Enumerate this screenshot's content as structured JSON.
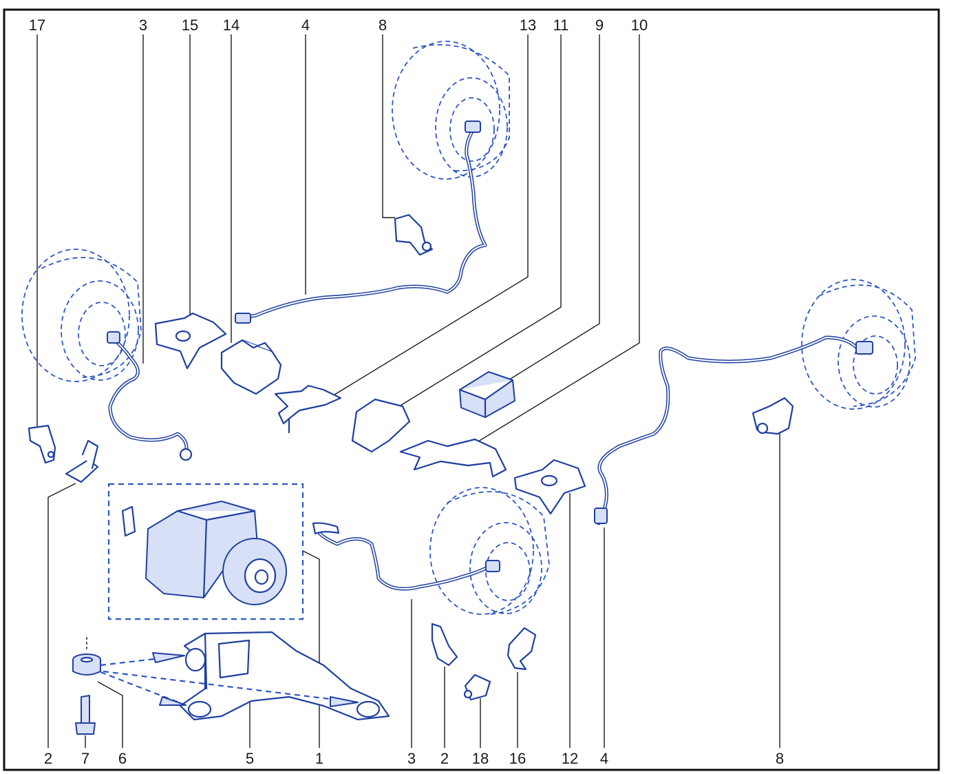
{
  "callouts_top": [
    "17",
    "3",
    "15",
    "14",
    "4",
    "8",
    "13",
    "11",
    "9",
    "10"
  ],
  "callouts_bottom": [
    "2",
    "7",
    "6",
    "5",
    "1",
    "3",
    "2",
    "18",
    "16",
    "12",
    "4",
    "8"
  ],
  "colors": {
    "line": "#1e3fa0",
    "fill": "#d7e0f6",
    "dashed": "#2c55c4",
    "frame": "#111111"
  }
}
